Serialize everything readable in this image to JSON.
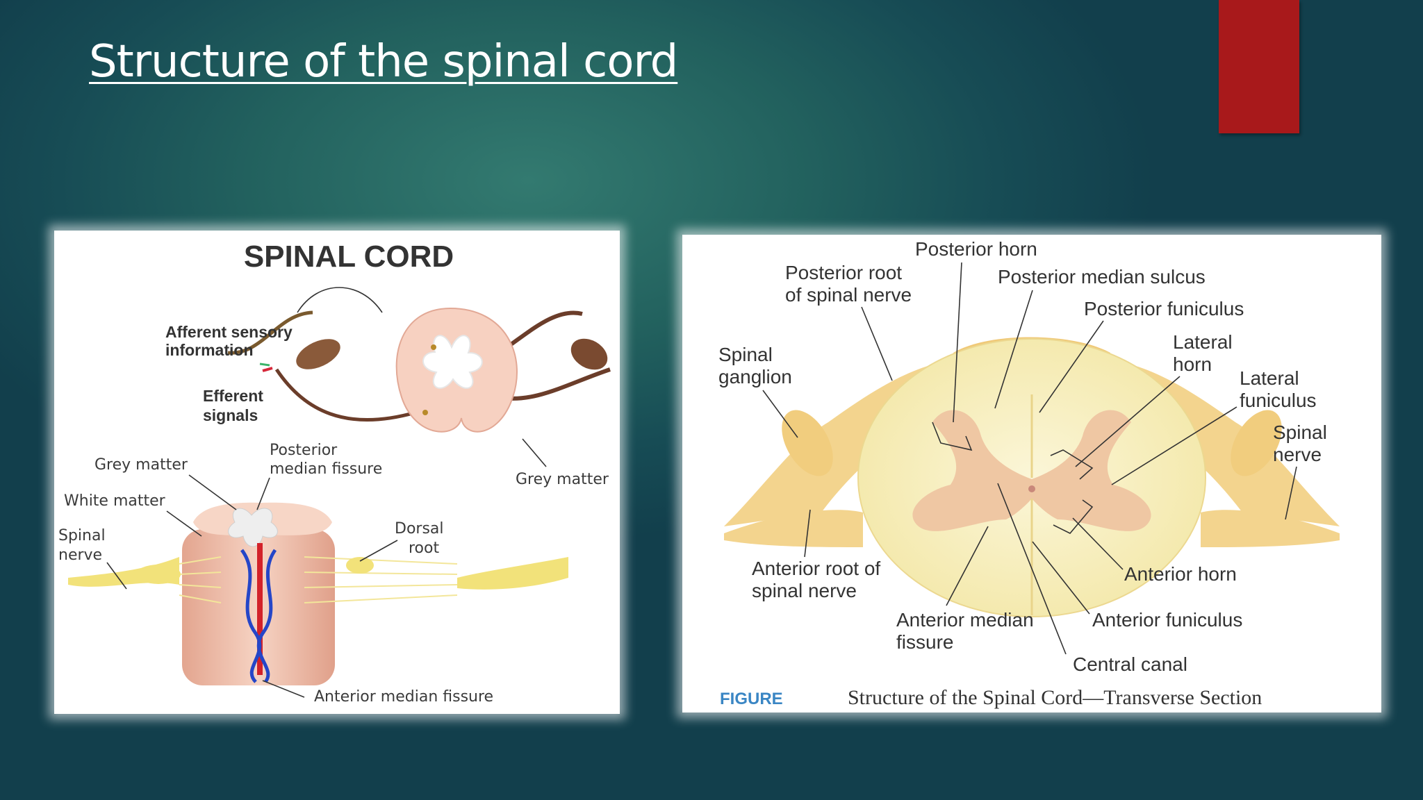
{
  "slide": {
    "title": "Structure of the spinal cord",
    "accent_color": "#a8191b",
    "background_color": "#1f5a5c"
  },
  "left_diagram": {
    "heading": "SPINAL CORD",
    "labels": {
      "afferent_line1": "Afferent sensory",
      "afferent_line2": "information",
      "efferent_line1": "Efferent",
      "efferent_line2": "signals",
      "grey_matter_top": "Grey matter",
      "grey_matter_left": "Grey matter",
      "posterior_line1": "Posterior",
      "posterior_line2": "median fissure",
      "white_matter": "White matter",
      "spinal_line1": "Spinal",
      "spinal_line2": "nerve",
      "dorsal_line1": "Dorsal",
      "dorsal_line2": "root",
      "anterior_median_fissure": "Anterior median fissure"
    }
  },
  "right_diagram": {
    "labels": {
      "posterior_horn": "Posterior horn",
      "posterior_root_line1": "Posterior root",
      "posterior_root_line2": "of spinal nerve",
      "posterior_median_sulcus": "Posterior median sulcus",
      "posterior_funiculus": "Posterior funiculus",
      "spinal_ganglion_line1": "Spinal",
      "spinal_ganglion_line2": "ganglion",
      "lateral_horn_line1": "Lateral",
      "lateral_horn_line2": "horn",
      "lateral_funiculus_line1": "Lateral",
      "lateral_funiculus_line2": "funiculus",
      "spinal_nerve_line1": "Spinal",
      "spinal_nerve_line2": "nerve",
      "anterior_root_line1": "Anterior root of",
      "anterior_root_line2": "spinal nerve",
      "anterior_horn": "Anterior horn",
      "anterior_median_line1": "Anterior median",
      "anterior_median_line2": "fissure",
      "anterior_funiculus": "Anterior funiculus",
      "central_canal": "Central canal"
    },
    "caption": {
      "figure_tag": "FIGURE",
      "text": "Structure of the Spinal Cord—Transverse Section"
    }
  }
}
